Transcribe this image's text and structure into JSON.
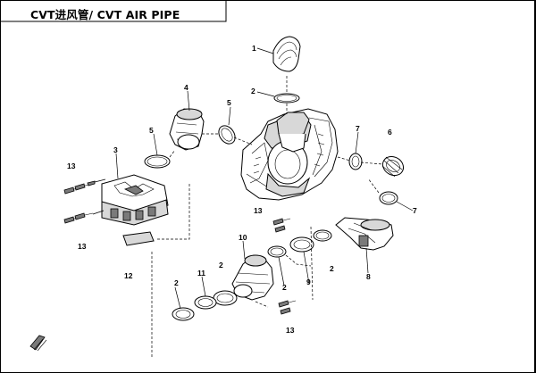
{
  "header": {
    "title": "CVT进风管/ CVT AIR PIPE"
  },
  "callouts": {
    "c1": "1",
    "c2a": "2",
    "c2b": "2",
    "c2c": "2",
    "c2d": "2",
    "c2e": "2",
    "c3": "3",
    "c4": "4",
    "c5a": "5",
    "c5b": "5",
    "c6": "6",
    "c7a": "7",
    "c7b": "7",
    "c8": "8",
    "c9": "9",
    "c10": "10",
    "c11": "11",
    "c12": "12",
    "c13a": "13",
    "c13b": "13",
    "c13c": "13",
    "c13d": "13"
  }
}
